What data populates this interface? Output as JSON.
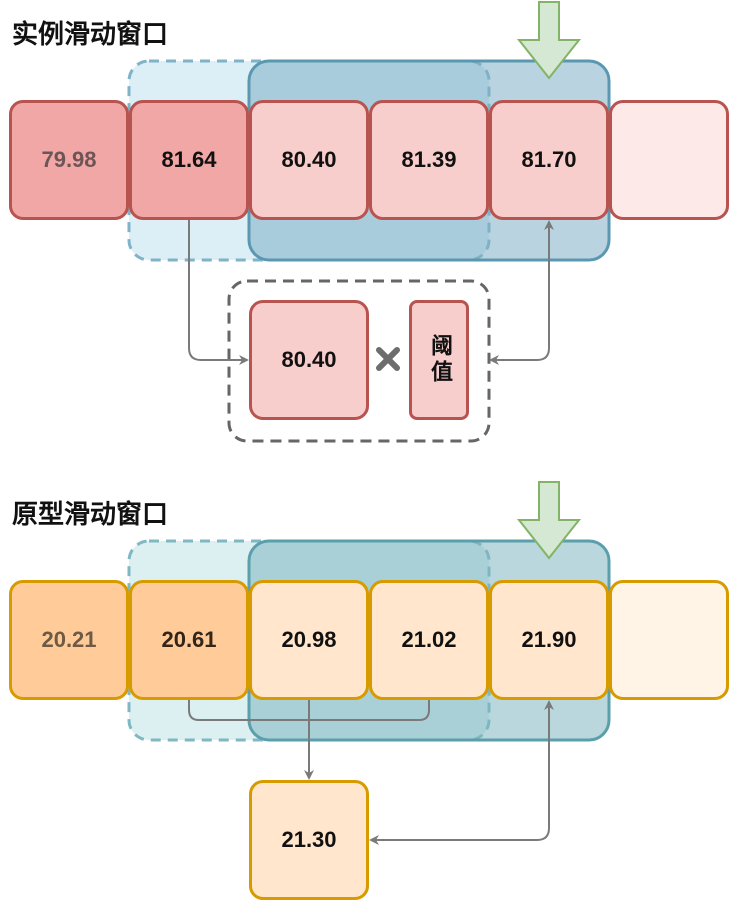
{
  "sections": {
    "instance": {
      "title": "实例滑动窗口",
      "values": [
        "79.98",
        "81.64",
        "80.40",
        "81.39",
        "81.70",
        ""
      ],
      "calc_value": "80.40",
      "threshold_label": "阈值"
    },
    "prototype": {
      "title": "原型滑动窗口",
      "values": [
        "20.21",
        "20.61",
        "20.98",
        "21.02",
        "21.90",
        ""
      ],
      "result_value": "21.30"
    }
  },
  "colors": {
    "red_border": "#b85450",
    "red_dark": "#f2a7a7",
    "red_mid": "#f8cecc",
    "red_light": "#fde9e8",
    "orange_border": "#d79b00",
    "orange_dark": "#ffcc99",
    "orange_mid": "#ffe6cc",
    "orange_light": "#fff4e6",
    "window_blue": "#5a97b0",
    "arrow_green": "#82b366",
    "arrow_green_fill": "#d5e8d4",
    "connector_gray": "#7a7a7a"
  }
}
